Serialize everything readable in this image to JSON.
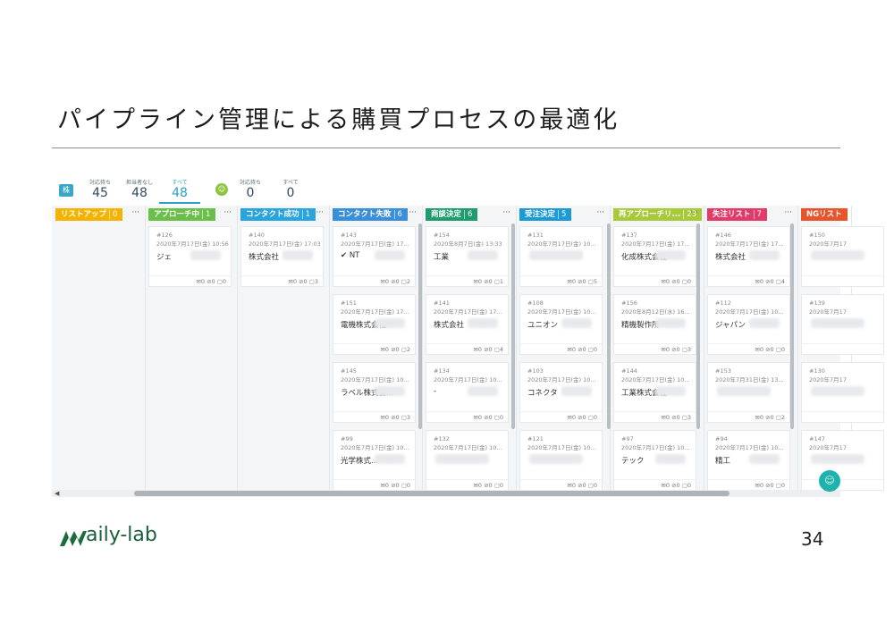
{
  "slide": {
    "title": "パイプライン管理による購買プロセスの最適化",
    "page_number": "34",
    "logo_text": "aily-lab"
  },
  "topbar": {
    "badge": "株",
    "counters": [
      {
        "label": "対応待ち",
        "value": "45"
      },
      {
        "label": "担当者なし",
        "value": "48"
      },
      {
        "label": "すべて",
        "value": "48"
      },
      {
        "label": "対応待ち",
        "value": "0"
      },
      {
        "label": "すべて",
        "value": "0"
      }
    ]
  },
  "columns": [
    {
      "title": "リストアップ",
      "count": "0",
      "color": "#f5b301",
      "cards": []
    },
    {
      "title": "アプローチ中",
      "count": "1",
      "color": "#6abf4b",
      "cards": [
        {
          "id": "#126",
          "date": "2020年7月17日(金) 10:56",
          "name": "ジェ",
          "stats": "✉0 ⊘0 ▢0"
        }
      ]
    },
    {
      "title": "コンタクト成功",
      "count": "1",
      "color": "#29a4dc",
      "cards": [
        {
          "id": "#140",
          "date": "2020年7月17日(金) 17:03",
          "name": "株式会社",
          "stats": "✉0 ⊘0 ▢3"
        }
      ]
    },
    {
      "title": "コンタクト失敗",
      "count": "6",
      "color": "#3a8fd9",
      "cards": [
        {
          "id": "#143",
          "date": "2020年7月17日(金) 17...",
          "name": "✔ NT",
          "stats": "✉0 ⊘0 ▢2"
        },
        {
          "id": "#151",
          "date": "2020年7月17日(金) 17...",
          "name": "電機株式会社",
          "stats": "✉0 ⊘0 ▢2"
        },
        {
          "id": "#145",
          "date": "2020年7月17日(金) 10...",
          "name": "ラベル株式会...",
          "stats": "✉0 ⊘0 ▢3"
        },
        {
          "id": "#99",
          "date": "2020年7月17日(金) 10...",
          "name": "光学株式...",
          "stats": "✉0 ⊘0 ▢0"
        }
      ]
    },
    {
      "title": "商談決定",
      "count": "6",
      "color": "#1f9b6e",
      "cards": [
        {
          "id": "#154",
          "date": "2020年8月7日(金) 13:33",
          "name": "工業",
          "stats": "✉0 ⊘0 ▢1"
        },
        {
          "id": "#141",
          "date": "2020年7月17日(金) 17...",
          "name": "株式会社",
          "stats": "✉0 ⊘0 ▢4"
        },
        {
          "id": "#134",
          "date": "2020年7月17日(金) 10...",
          "name": "-",
          "stats": "✉0 ⊘0 ▢0"
        },
        {
          "id": "#132",
          "date": "2020年7月17日(金) 10...",
          "name": "",
          "stats": "✉0 ⊘0 ▢0"
        }
      ]
    },
    {
      "title": "受注決定",
      "count": "5",
      "color": "#1c9ad6",
      "cards": [
        {
          "id": "#131",
          "date": "2020年7月17日(金) 10...",
          "name": "",
          "stats": "✉0 ⊘0 ▢5"
        },
        {
          "id": "#108",
          "date": "2020年7月17日(金) 10...",
          "name": "ユニオン",
          "stats": "✉0 ⊘0 ▢0"
        },
        {
          "id": "#103",
          "date": "2020年7月17日(金) 10...",
          "name": "コネクタ",
          "stats": "✉0 ⊘0 ▢0"
        },
        {
          "id": "#121",
          "date": "2020年7月17日(金) 10...",
          "name": "",
          "stats": "✉0 ⊘0 ▢0"
        }
      ]
    },
    {
      "title": "再アプローチリ...",
      "count": "23",
      "color": "#a8c93a",
      "cards": [
        {
          "id": "#137",
          "date": "2020年7月17日(金) 17...",
          "name": "化成株式会社",
          "stats": "✉0 ⊘0 ▢0"
        },
        {
          "id": "#156",
          "date": "2020年8月12日(水) 16...",
          "name": "精機製作所",
          "stats": "✉0 ⊘0 ▢3"
        },
        {
          "id": "#144",
          "date": "2020年7月17日(金) 10...",
          "name": "工業株式会社",
          "stats": "✉0 ⊘0 ▢3"
        },
        {
          "id": "#97",
          "date": "2020年7月17日(金) 10...",
          "name": "テック",
          "stats": "✉0 ⊘0 ▢0"
        }
      ]
    },
    {
      "title": "失注リスト",
      "count": "7",
      "color": "#e23b6b",
      "cards": [
        {
          "id": "#146",
          "date": "2020年7月17日(金) 17...",
          "name": "株式会社",
          "stats": "✉0 ⊘0 ▢4"
        },
        {
          "id": "#112",
          "date": "2020年7月17日(金) 10...",
          "name": "ジャパン",
          "stats": "✉0 ⊘0 ▢0"
        },
        {
          "id": "#153",
          "date": "2020年7月31日(金) 13...",
          "name": "",
          "stats": "✉0 ⊘0 ▢2"
        },
        {
          "id": "#94",
          "date": "2020年7月17日(金) 10...",
          "name": "精工",
          "stats": "✉0 ⊘0 ▢0"
        }
      ]
    },
    {
      "title": "NGリスト",
      "count": "",
      "color": "#e8542c",
      "cards": [
        {
          "id": "#150",
          "date": "2020年7月17",
          "name": "",
          "stats": ""
        },
        {
          "id": "#139",
          "date": "2020年7月17",
          "name": "",
          "stats": ""
        },
        {
          "id": "#130",
          "date": "2020年7月17",
          "name": "",
          "stats": ""
        },
        {
          "id": "#147",
          "date": "2020年7月17",
          "name": "",
          "stats": ""
        }
      ]
    }
  ]
}
